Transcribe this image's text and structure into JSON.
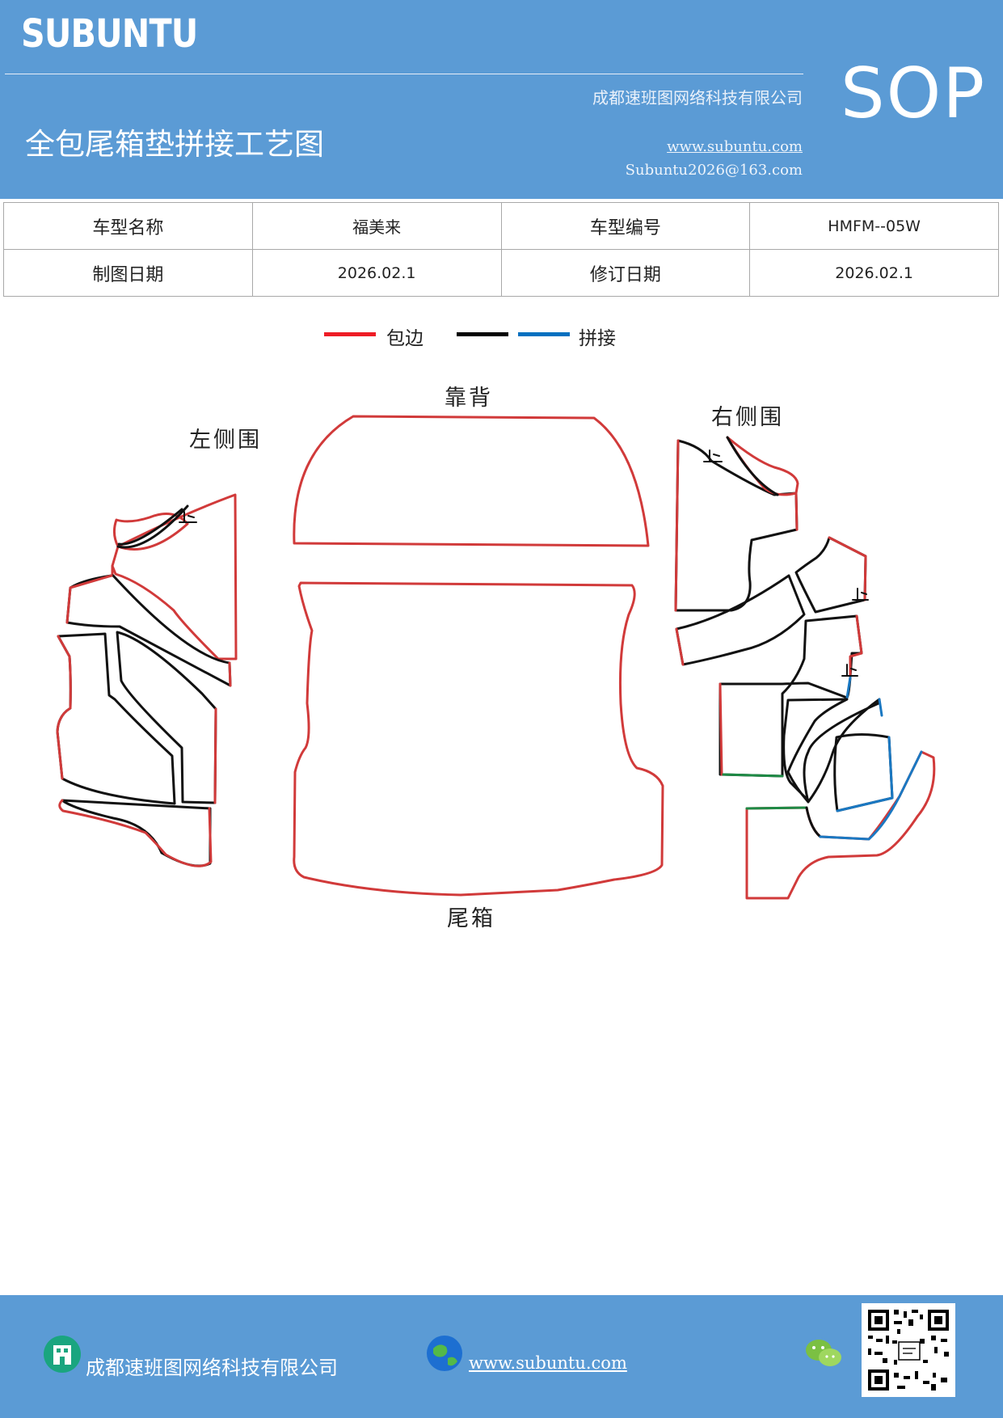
{
  "header": {
    "brand": "SUBUNTU",
    "company": "成都速班图网络科技有限公司",
    "title": "全包尾箱垫拼接工艺图",
    "website": "www.subuntu.com",
    "email": "Subuntu2026@163.com",
    "badge": "SOP"
  },
  "info": {
    "model_name_label": "车型名称",
    "model_name": "福美来",
    "model_code_label": "车型编号",
    "model_code": "HMFM--05W",
    "draw_date_label": "制图日期",
    "draw_date": "2026.02.1",
    "revise_date_label": "修订日期",
    "revise_date": "2026.02.1"
  },
  "legend": {
    "wrap_label": "包边",
    "splice_label": "拼接",
    "colors": {
      "wrap": "#ee1c25",
      "seam": "#000000",
      "splice": "#0070c0"
    }
  },
  "diagram": {
    "backrest": "靠背",
    "left_side": "左侧围",
    "right_side": "右侧围",
    "trunk": "尾箱",
    "stop_mark": "止"
  },
  "footer": {
    "company": "成都速班图网络科技有限公司",
    "website": "www.subuntu.com",
    "icons": [
      "building-icon",
      "globe-icon",
      "wechat-icon",
      "qr-code"
    ]
  }
}
